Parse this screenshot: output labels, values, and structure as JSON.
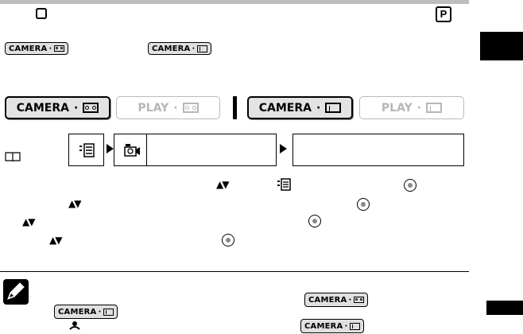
{
  "header": {
    "p_label": "P"
  },
  "modes": {
    "camera_label": "CAMERA",
    "play_label": "PLAY",
    "buttons": [
      {
        "label": "CAMERA",
        "media": "tape",
        "active": true
      },
      {
        "label": "PLAY",
        "media": "tape",
        "active": false
      },
      {
        "label": "CAMERA",
        "media": "card",
        "active": true
      },
      {
        "label": "PLAY",
        "media": "card",
        "active": false
      }
    ]
  },
  "colors": {
    "active_bg": "#e3e3e3",
    "inactive_text": "#b7b7b7",
    "rule": "#bdbdbd"
  },
  "icons": [
    "square-icon",
    "p-program-icon",
    "book-icon",
    "menu-icon",
    "camera-setup-icon",
    "up-down-arrows-icon",
    "selector-dial-icon",
    "note-pencil-icon",
    "tape-icon",
    "card-icon"
  ]
}
